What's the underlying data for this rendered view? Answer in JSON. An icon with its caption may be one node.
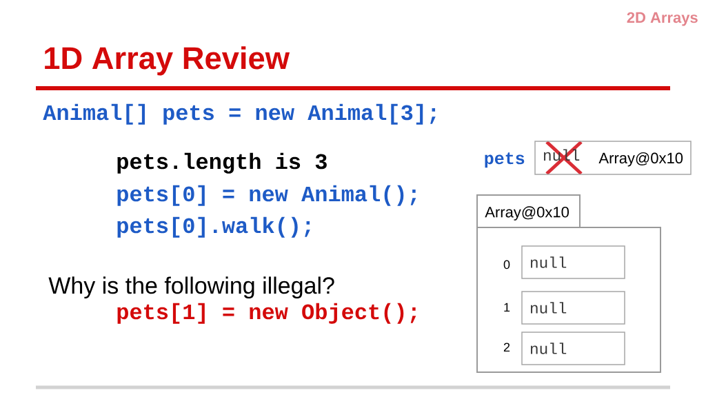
{
  "diagram": {
    "title": "1D Array Review",
    "nodes": [
      {
        "text": [
          "null",
          "Array@0x10"
        ],
        "beside": [
          "pets"
        ]
      },
      {
        "text": [
          "Array@0x10"
        ]
      },
      {
        "text": [
          "null"
        ],
        "in": 1,
        "beside": [
          "0"
        ]
      },
      {
        "text": [
          "null"
        ],
        "in": 1,
        "beside": [
          "1"
        ]
      },
      {
        "text": [
          "null"
        ],
        "in": 1,
        "beside": [
          "2"
        ]
      }
    ],
    "labels": [
      "2D Arrays",
      "Animal[] pets = new Animal[3];",
      "pets.length is 3",
      "pets[0] = new Animal();",
      "pets[0].walk();",
      "Why is the following illegal?",
      "pets[1] = new Object();"
    ]
  }
}
